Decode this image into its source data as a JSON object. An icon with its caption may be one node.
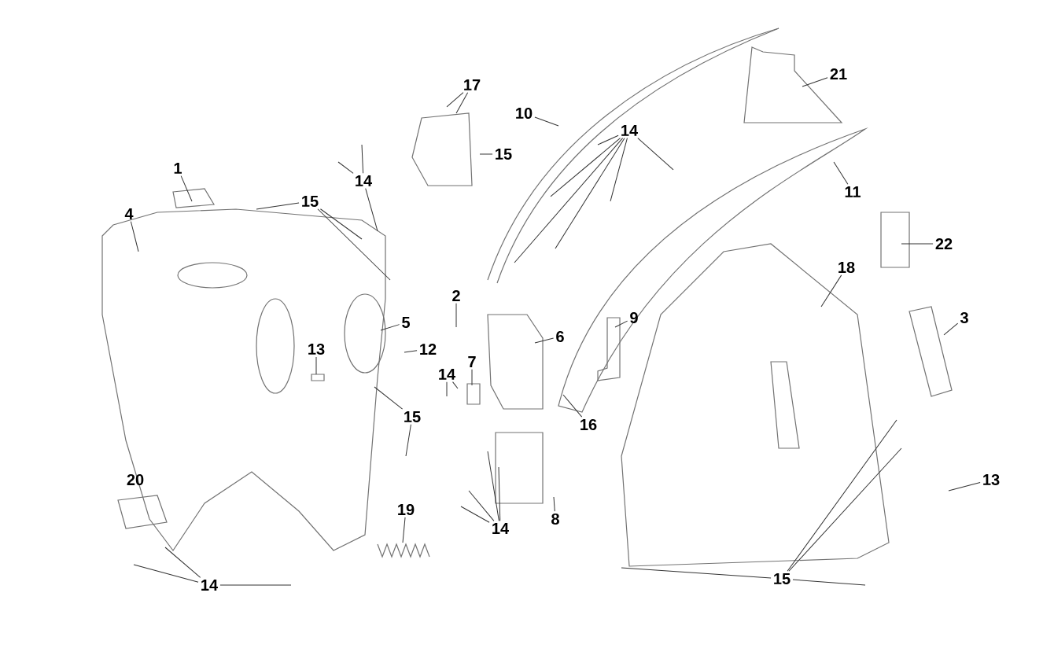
{
  "diagram": {
    "nodes": [
      {
        "text": [
          "1"
        ]
      },
      {
        "text": [
          "4"
        ]
      },
      {
        "text": [
          "15"
        ]
      },
      {
        "text": [
          "17"
        ]
      },
      {
        "text": [
          "15"
        ]
      },
      {
        "text": [
          "14"
        ]
      },
      {
        "text": [
          "10"
        ]
      },
      {
        "text": [
          "14"
        ]
      },
      {
        "text": [
          "21"
        ]
      },
      {
        "text": [
          "11"
        ]
      },
      {
        "text": [
          "22"
        ]
      },
      {
        "text": [
          "18"
        ]
      },
      {
        "text": [
          "3"
        ]
      },
      {
        "text": [
          "2"
        ]
      },
      {
        "text": [
          "5"
        ]
      },
      {
        "text": [
          "12"
        ]
      },
      {
        "text": [
          "6"
        ]
      },
      {
        "text": [
          "9"
        ]
      },
      {
        "text": [
          "13"
        ]
      },
      {
        "text": [
          "14"
        ]
      },
      {
        "text": [
          "7"
        ]
      },
      {
        "text": [
          "16"
        ]
      },
      {
        "text": [
          "15"
        ]
      },
      {
        "text": [
          "20"
        ]
      },
      {
        "text": [
          "19"
        ]
      },
      {
        "text": [
          "14"
        ]
      },
      {
        "text": [
          "14"
        ]
      },
      {
        "text": [
          "8"
        ]
      },
      {
        "text": [
          "13"
        ]
      },
      {
        "text": [
          "15"
        ]
      }
    ],
    "edges": [
      {
        "from": 0,
        "to": null,
        "arrow": "none"
      },
      {
        "from": 1,
        "to": null,
        "arrow": "none"
      },
      {
        "from": 2,
        "to": null,
        "arrow": "none"
      },
      {
        "from": 2,
        "to": null,
        "arrow": "none"
      },
      {
        "from": 2,
        "to": null,
        "arrow": "none"
      },
      {
        "from": 3,
        "to": null,
        "arrow": "none"
      },
      {
        "from": 3,
        "to": null,
        "arrow": "none"
      },
      {
        "from": 4,
        "to": null,
        "arrow": "none"
      },
      {
        "from": 5,
        "to": null,
        "arrow": "none"
      },
      {
        "from": 5,
        "to": null,
        "arrow": "none"
      },
      {
        "from": 5,
        "to": null,
        "arrow": "none"
      },
      {
        "from": 6,
        "to": null,
        "arrow": "none"
      },
      {
        "from": 7,
        "to": null,
        "arrow": "none"
      },
      {
        "from": 7,
        "to": null,
        "arrow": "none"
      },
      {
        "from": 7,
        "to": null,
        "arrow": "none"
      },
      {
        "from": 7,
        "to": null,
        "arrow": "none"
      },
      {
        "from": 7,
        "to": null,
        "arrow": "none"
      },
      {
        "from": 7,
        "to": null,
        "arrow": "none"
      },
      {
        "from": 8,
        "to": null,
        "arrow": "none"
      },
      {
        "from": 9,
        "to": null,
        "arrow": "none"
      },
      {
        "from": 10,
        "to": null,
        "arrow": "none"
      },
      {
        "from": 11,
        "to": null,
        "arrow": "none"
      },
      {
        "from": 12,
        "to": null,
        "arrow": "none"
      },
      {
        "from": 13,
        "to": null,
        "arrow": "none"
      },
      {
        "from": 14,
        "to": null,
        "arrow": "none"
      },
      {
        "from": 15,
        "to": null,
        "arrow": "none"
      },
      {
        "from": 16,
        "to": null,
        "arrow": "none"
      },
      {
        "from": 17,
        "to": null,
        "arrow": "none"
      },
      {
        "from": 18,
        "to": null,
        "arrow": "none"
      },
      {
        "from": 19,
        "to": null,
        "arrow": "none"
      },
      {
        "from": 19,
        "to": null,
        "arrow": "none"
      },
      {
        "from": 20,
        "to": null,
        "arrow": "none"
      },
      {
        "from": 21,
        "to": null,
        "arrow": "none"
      },
      {
        "from": 22,
        "to": null,
        "arrow": "none"
      },
      {
        "from": 22,
        "to": null,
        "arrow": "none"
      },
      {
        "from": 24,
        "to": null,
        "arrow": "none"
      },
      {
        "from": 25,
        "to": null,
        "arrow": "none"
      },
      {
        "from": 25,
        "to": null,
        "arrow": "none"
      },
      {
        "from": 25,
        "to": null,
        "arrow": "none"
      },
      {
        "from": 26,
        "to": null,
        "arrow": "none"
      },
      {
        "from": 26,
        "to": null,
        "arrow": "none"
      },
      {
        "from": 26,
        "to": null,
        "arrow": "none"
      },
      {
        "from": 26,
        "to": null,
        "arrow": "none"
      },
      {
        "from": 27,
        "to": null,
        "arrow": "none"
      },
      {
        "from": 28,
        "to": null,
        "arrow": "none"
      },
      {
        "from": 29,
        "to": null,
        "arrow": "none"
      },
      {
        "from": 29,
        "to": null,
        "arrow": "none"
      },
      {
        "from": 29,
        "to": null,
        "arrow": "none"
      },
      {
        "from": 29,
        "to": null,
        "arrow": "none"
      }
    ]
  }
}
